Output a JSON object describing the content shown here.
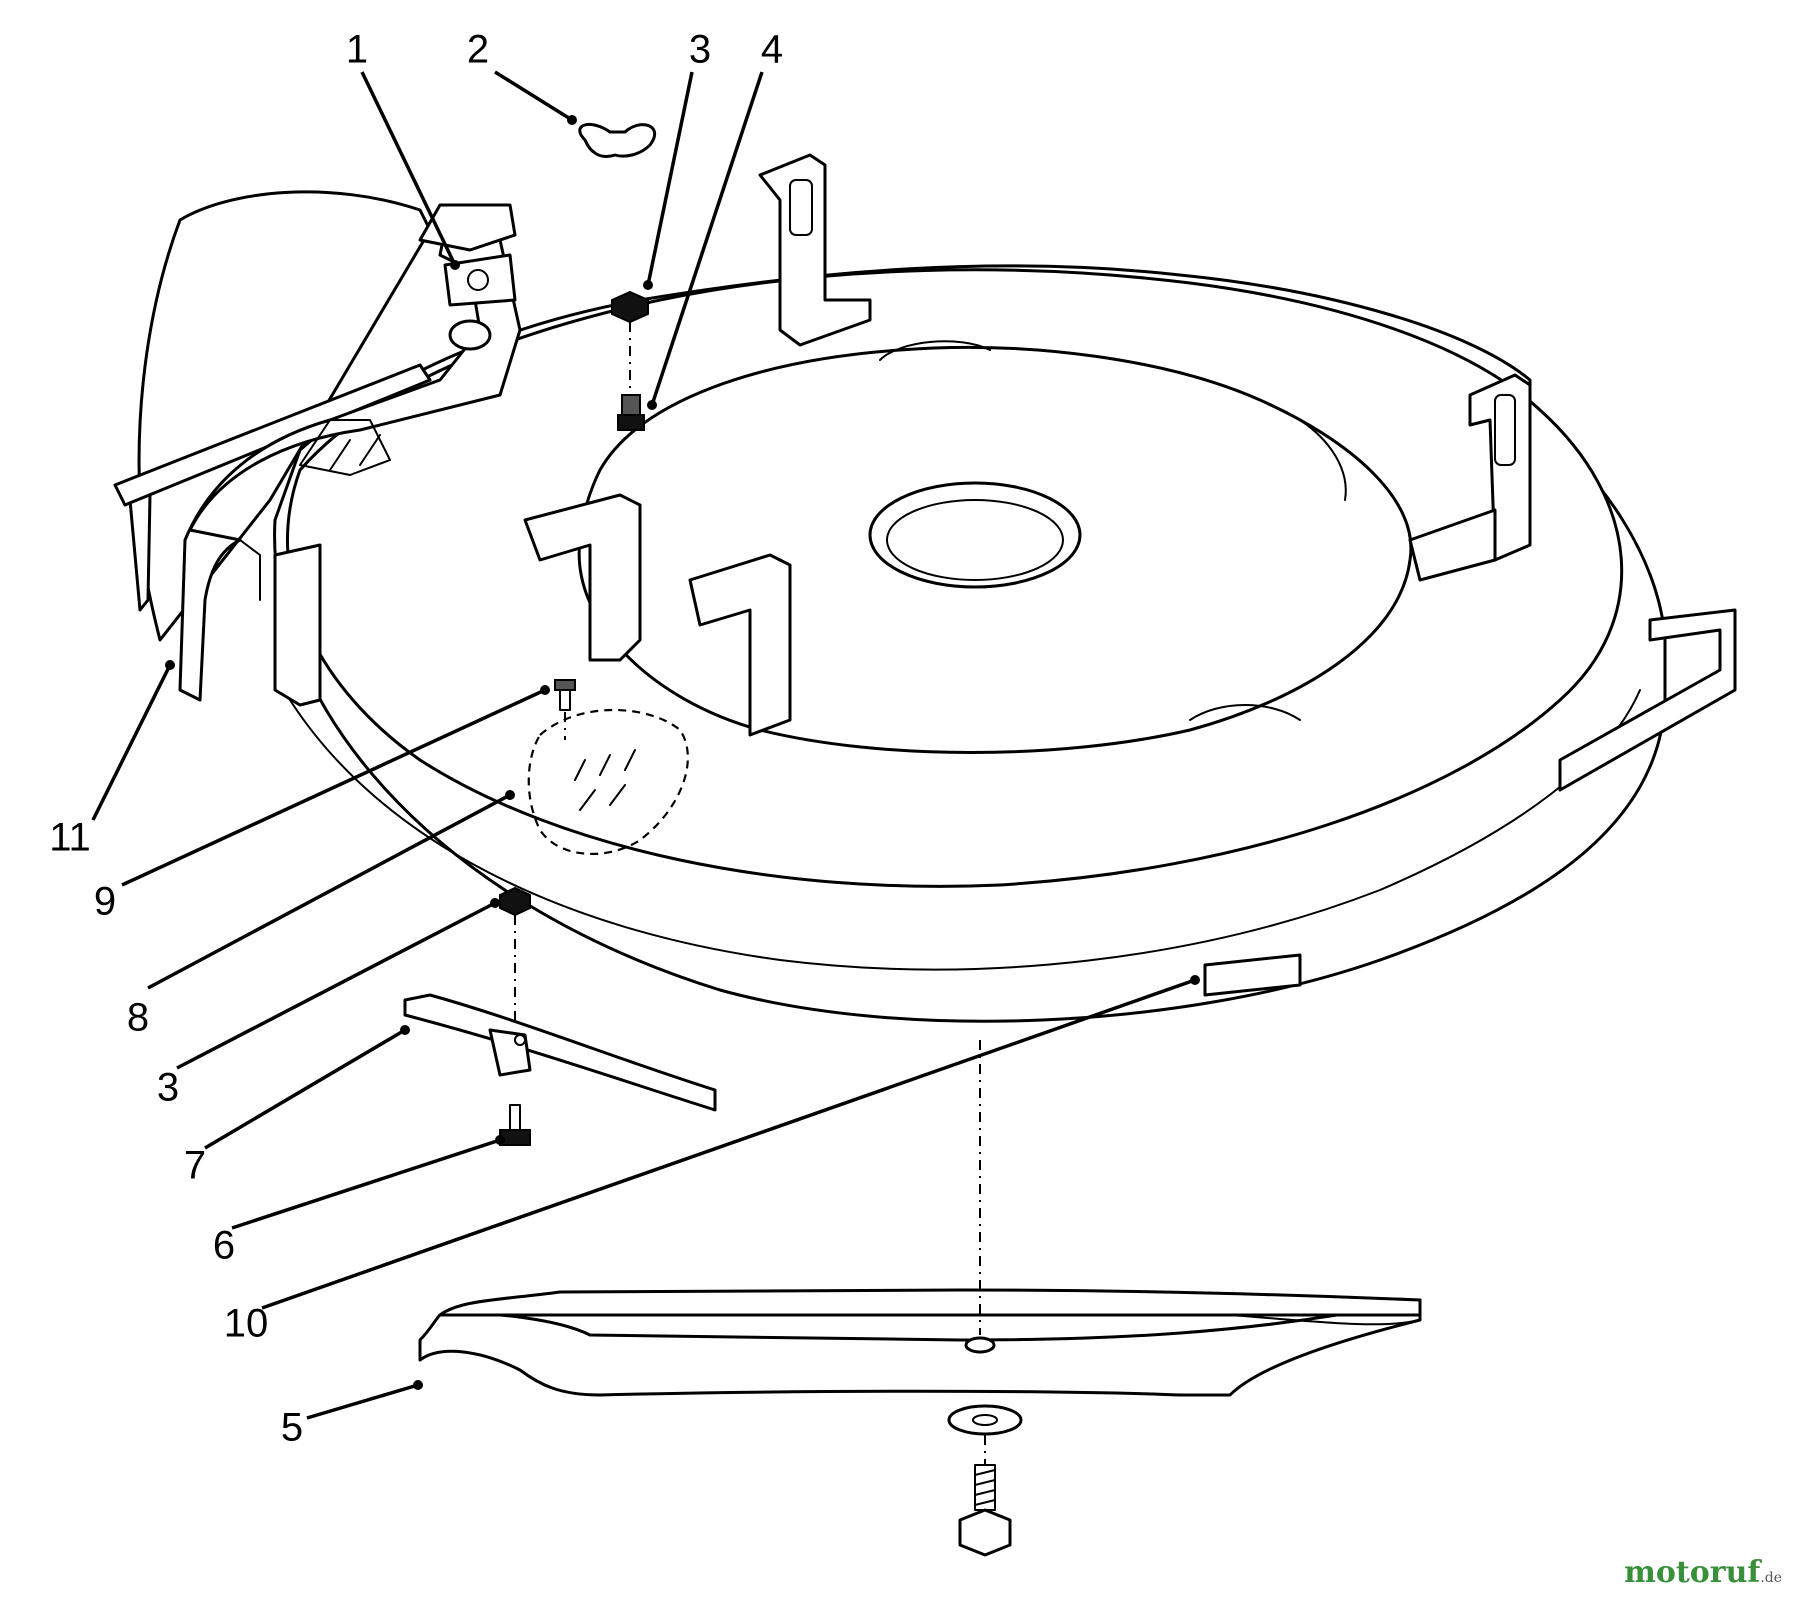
{
  "diagram": {
    "callouts": [
      {
        "id": "c1",
        "label": "1"
      },
      {
        "id": "c2",
        "label": "2"
      },
      {
        "id": "c3a",
        "label": "3"
      },
      {
        "id": "c4",
        "label": "4"
      },
      {
        "id": "c11",
        "label": "11"
      },
      {
        "id": "c9",
        "label": "9"
      },
      {
        "id": "c8",
        "label": "8"
      },
      {
        "id": "c3b",
        "label": "3"
      },
      {
        "id": "c7",
        "label": "7"
      },
      {
        "id": "c6",
        "label": "6"
      },
      {
        "id": "c10",
        "label": "10"
      },
      {
        "id": "c5",
        "label": "5"
      }
    ]
  },
  "watermark": {
    "main": "motoruf",
    "suffix": ".de"
  }
}
